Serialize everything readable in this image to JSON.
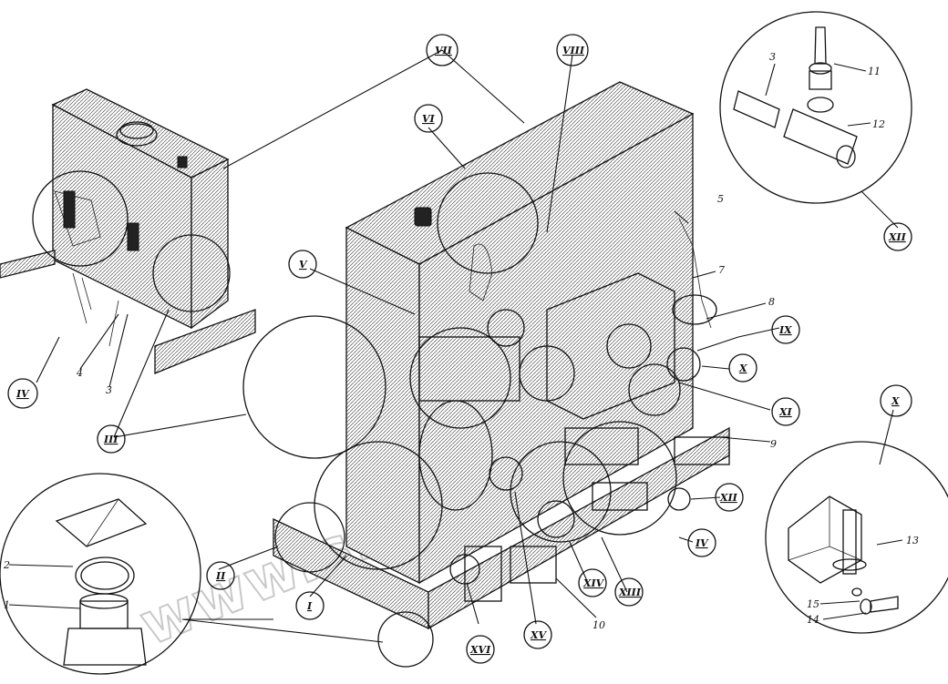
{
  "watermark": "www.snoeno.kz",
  "labels": {
    "roman": {
      "I": "I",
      "II": "II",
      "III": "III",
      "IV_left": "IV",
      "IV_right": "IV",
      "V": "V",
      "VI": "VI",
      "VII": "VII",
      "VIII": "VIII",
      "IX": "IX",
      "X_callout": "X",
      "X_detail": "X",
      "XI": "XI",
      "XII_main": "XII",
      "XII_detail": "XII",
      "XIII": "XIII",
      "XIV": "XIV",
      "XV": "XV",
      "XVI": "XVI"
    },
    "numbers": {
      "n1": "1",
      "n2": "2",
      "n3_left": "3",
      "n3_detail": "3",
      "n4": "4",
      "n5": "5",
      "n7": "7",
      "n8": "8",
      "n9": "9",
      "n10": "10",
      "n11": "11",
      "n12": "12",
      "n13": "13",
      "n14": "14",
      "n15": "15"
    }
  }
}
